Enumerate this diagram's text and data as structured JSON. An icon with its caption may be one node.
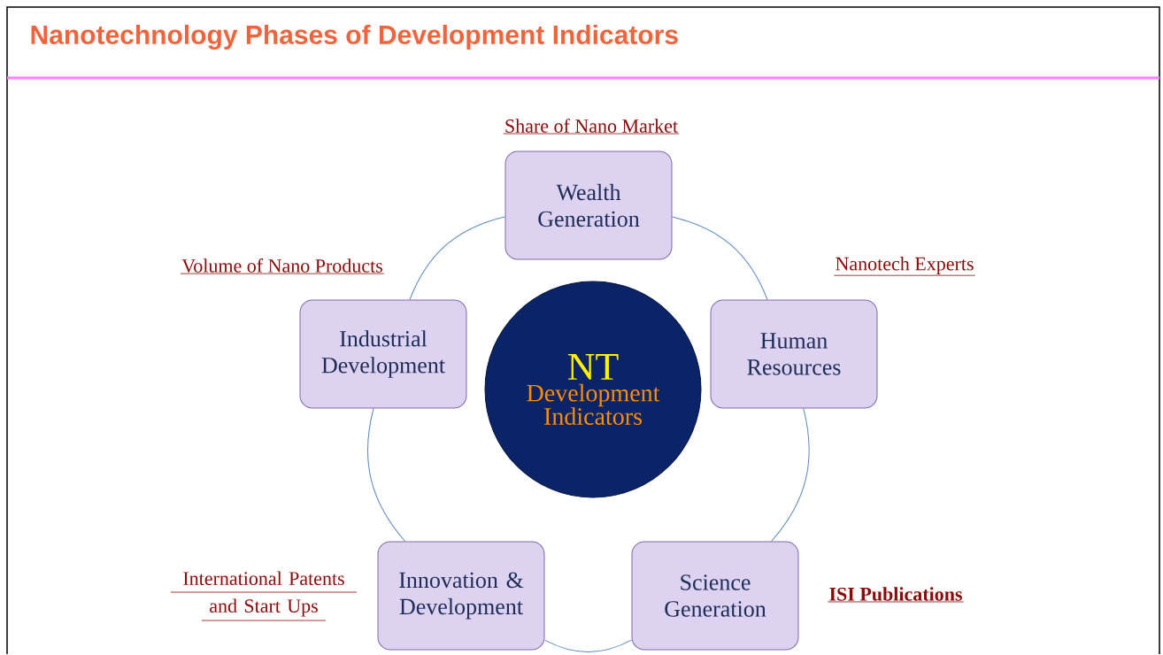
{
  "diagram": {
    "title": "Nanotechnology Phases of Development Indicators",
    "nodes": [
      {
        "text": [
          "NT",
          "Development Indicators"
        ]
      },
      {
        "text": [
          "Wealth Generation"
        ],
        "beside": [
          "Share of Nano Market"
        ]
      },
      {
        "text": [
          "Human Resources"
        ],
        "beside": [
          "Nanotech Experts"
        ]
      },
      {
        "text": [
          "Science Generation"
        ],
        "beside": [
          "ISI Publications"
        ]
      },
      {
        "text": [
          "Innovation & Development"
        ],
        "beside": [
          "International Patents and Start Ups"
        ]
      },
      {
        "text": [
          "Industrial Development"
        ],
        "beside": [
          "Volume of Nano Products"
        ]
      }
    ],
    "edges": [
      {
        "from": 1,
        "to": 2,
        "arrow": "none"
      },
      {
        "from": 2,
        "to": 3,
        "arrow": "none"
      },
      {
        "from": 3,
        "to": 4,
        "arrow": "none"
      },
      {
        "from": 4,
        "to": 5,
        "arrow": "none"
      },
      {
        "from": 5,
        "to": 1,
        "arrow": "none"
      }
    ]
  }
}
